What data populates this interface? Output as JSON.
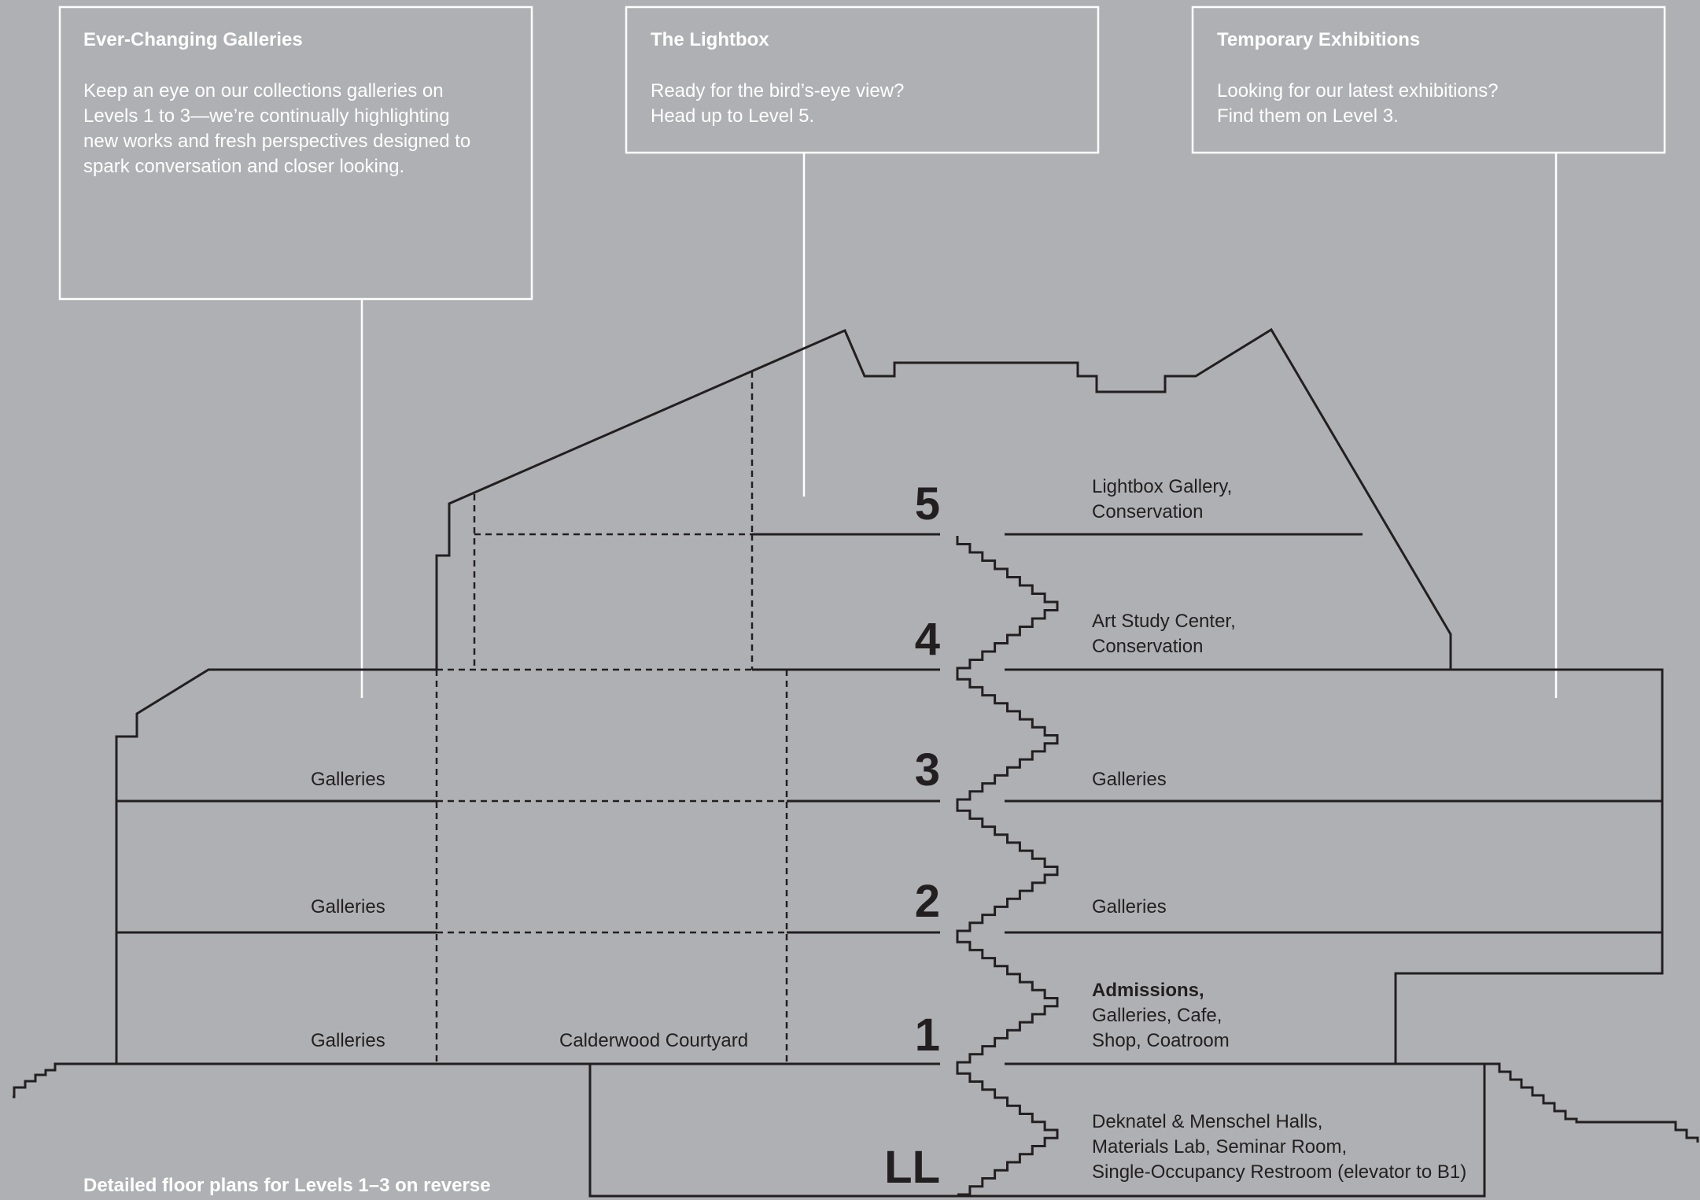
{
  "colors": {
    "background": "#afb0b3",
    "line": "#231f20",
    "callout": "#ffffff"
  },
  "callouts": [
    {
      "title": "Ever-Changing Galleries",
      "lines": [
        "Keep an eye on our collections galleries on",
        "Levels 1 to 3—we’re continually highlighting",
        "new works and fresh perspectives designed to",
        "spark conversation and closer looking."
      ]
    },
    {
      "title": "The Lightbox",
      "lines": [
        "Ready for the bird’s-eye view?",
        "Head up to Level 5."
      ]
    },
    {
      "title": "Temporary Exhibitions",
      "lines": [
        "Looking for our latest exhibitions?",
        "Find them on Level 3."
      ]
    }
  ],
  "levels": [
    {
      "number": "5",
      "right_lines": [
        "Lightbox Gallery,",
        "Conservation"
      ]
    },
    {
      "number": "4",
      "right_lines": [
        "Art Study Center,",
        "Conservation"
      ]
    },
    {
      "number": "3",
      "left_label": "Galleries",
      "right_lines": [
        "Galleries"
      ]
    },
    {
      "number": "2",
      "left_label": "Galleries",
      "right_lines": [
        "Galleries"
      ]
    },
    {
      "number": "1",
      "left_label": "Galleries",
      "middle_label": "Calderwood Courtyard",
      "right_bold": "Admissions,",
      "right_lines": [
        "Galleries, Cafe,",
        "Shop, Coatroom"
      ]
    },
    {
      "number": "LL",
      "right_lines": [
        "Deknatel & Menschel Halls,",
        "Materials Lab, Seminar Room,",
        "Single-Occupancy Restroom (elevator to B1)"
      ]
    }
  ],
  "footer": {
    "note": "Detailed floor plans for Levels 1–3 on reverse"
  }
}
